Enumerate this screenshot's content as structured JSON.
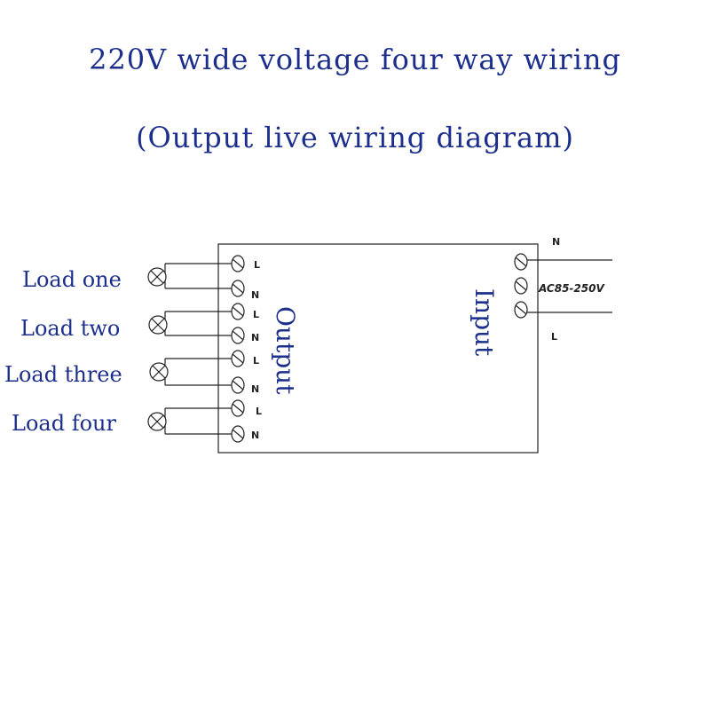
{
  "title": "220V wide voltage four way wiring",
  "subtitle": "(Output live wiring diagram)",
  "colors": {
    "text_blue": "#1c2f8c",
    "line": "#222222"
  },
  "loads": [
    {
      "label": "Load one"
    },
    {
      "label": "Load two"
    },
    {
      "label": "Load three"
    },
    {
      "label": "Load four"
    }
  ],
  "module": {
    "output_label": "Output",
    "input_label": "Input",
    "output_terminals": [
      "L",
      "N",
      "L",
      "N",
      "L",
      "N",
      "L",
      "N"
    ],
    "input_voltage": "AC85-250V",
    "input_n": "N",
    "input_l": "L"
  },
  "icons": {
    "terminal": "screw-terminal-icon",
    "lamp": "lamp-icon"
  }
}
